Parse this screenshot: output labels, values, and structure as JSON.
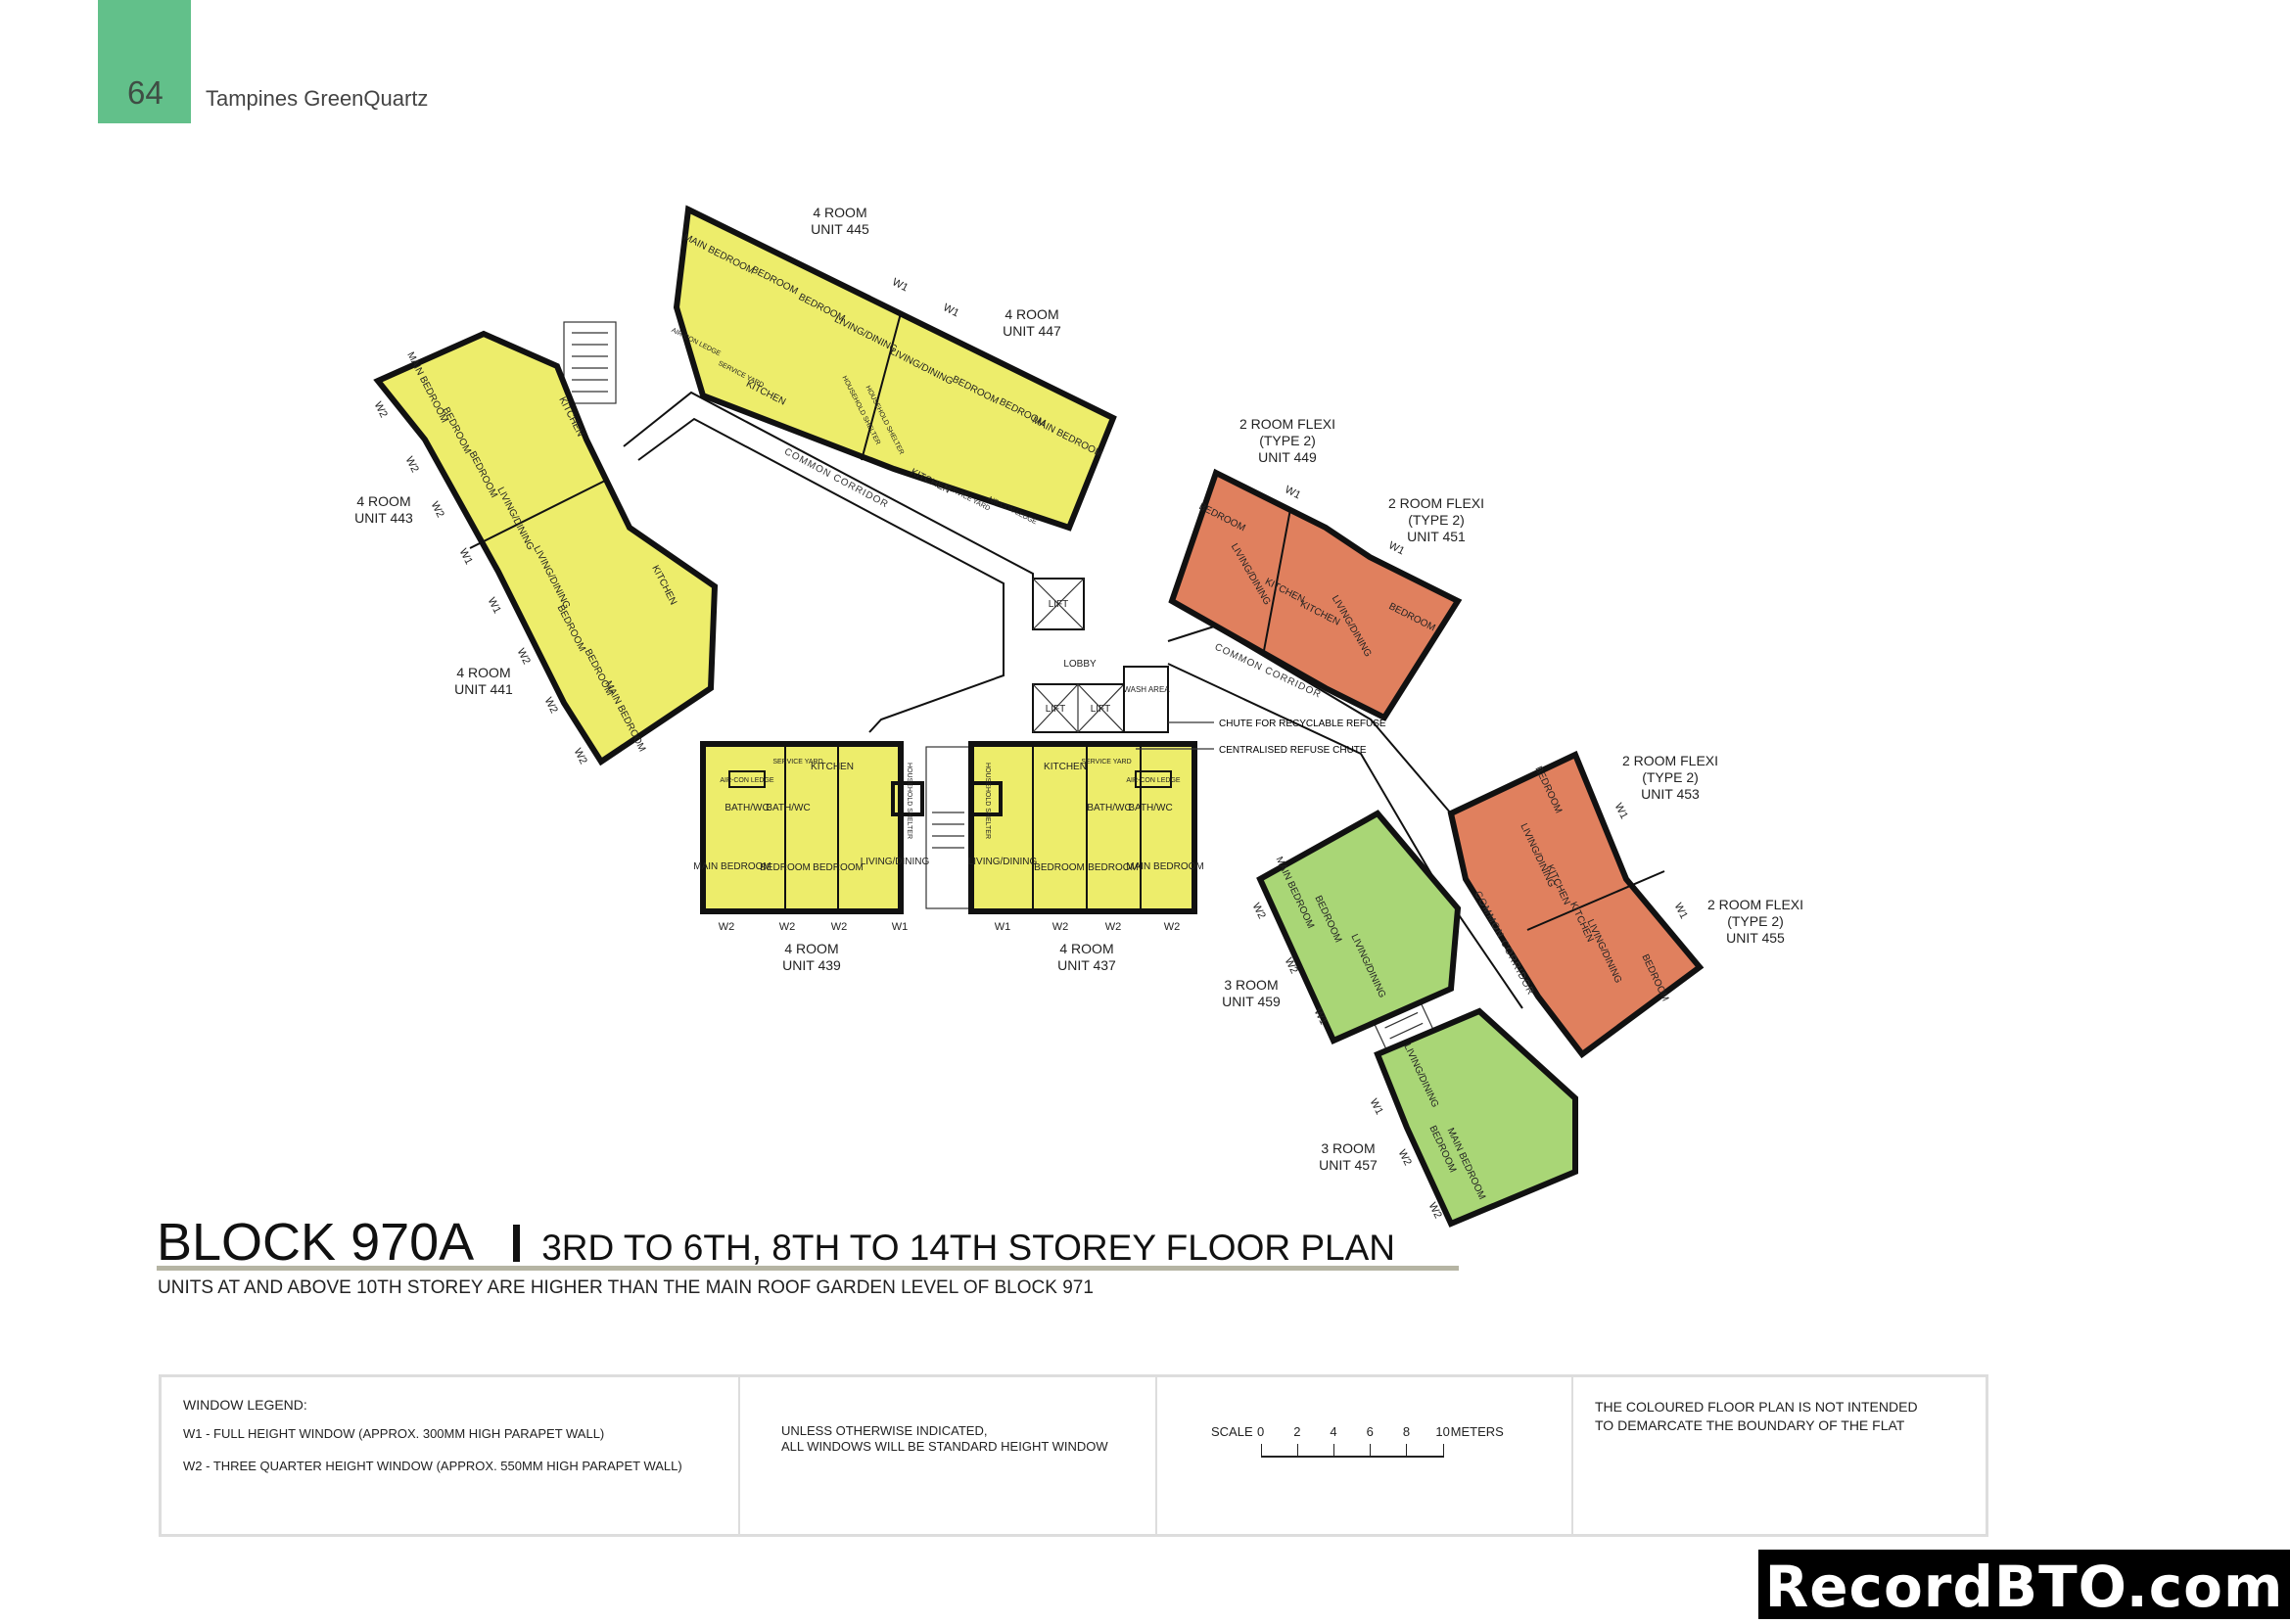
{
  "header": {
    "page_number": "64",
    "project_name": "Tampines GreenQuartz",
    "tab_color": "#62c08a"
  },
  "colors": {
    "four_room": "#eded6b",
    "two_room_flexi": "#e0805e",
    "three_room": "#a9d676"
  },
  "units": {
    "u445": {
      "type": "4 ROOM",
      "unit": "UNIT 445"
    },
    "u447": {
      "type": "4 ROOM",
      "unit": "UNIT 447"
    },
    "u443": {
      "type": "4 ROOM",
      "unit": "UNIT 443"
    },
    "u441": {
      "type": "4 ROOM",
      "unit": "UNIT 441"
    },
    "u439": {
      "type": "4 ROOM",
      "unit": "UNIT 439"
    },
    "u437": {
      "type": "4 ROOM",
      "unit": "UNIT 437"
    },
    "u449": {
      "type": "2 ROOM FLEXI",
      "subtype": "(TYPE 2)",
      "unit": "UNIT 449"
    },
    "u451": {
      "type": "2 ROOM FLEXI",
      "subtype": "(TYPE 2)",
      "unit": "UNIT 451"
    },
    "u453": {
      "type": "2 ROOM FLEXI",
      "subtype": "(TYPE 2)",
      "unit": "UNIT 453"
    },
    "u455": {
      "type": "2 ROOM FLEXI",
      "subtype": "(TYPE 2)",
      "unit": "UNIT 455"
    },
    "u459": {
      "type": "3 ROOM",
      "unit": "UNIT 459"
    },
    "u457": {
      "type": "3 ROOM",
      "unit": "UNIT 457"
    }
  },
  "rooms": {
    "main_bedroom": "MAIN BEDROOM",
    "bedroom": "BEDROOM",
    "living_dining": "LIVING/DINING",
    "kitchen": "KITCHEN",
    "bath_wc": "BATH/WC",
    "service_yard": "SERVICE YARD",
    "household_shelter": "HOUSEHOLD SHELTER",
    "aircon_ledge": "AIR-CON LEDGE"
  },
  "windows": {
    "w1": "W1",
    "w2": "W2"
  },
  "core": {
    "common_corridor": "COMMON CORRIDOR",
    "lift": "LIFT",
    "lobby": "LOBBY",
    "wash_area": "WASH AREA",
    "chute_recyclable": "CHUTE FOR RECYCLABLE REFUSE",
    "centralised_chute": "CENTRALISED REFUSE CHUTE"
  },
  "title": {
    "block": "BLOCK 970A",
    "subtitle": "3RD TO 6TH, 8TH TO 14TH STOREY FLOOR PLAN",
    "note": "UNITS AT AND ABOVE 10TH STOREY ARE HIGHER THAN THE MAIN ROOF GARDEN LEVEL OF BLOCK 971"
  },
  "legend": {
    "heading": "WINDOW LEGEND:",
    "w1": "W1 -  FULL HEIGHT WINDOW (APPROX. 300MM HIGH PARAPET WALL)",
    "w2": "W2 -  THREE QUARTER HEIGHT WINDOW (APPROX. 550MM HIGH PARAPET WALL)",
    "standard_line1": "UNLESS OTHERWISE INDICATED,",
    "standard_line2": "ALL WINDOWS WILL BE STANDARD HEIGHT WINDOW",
    "scale_label": "SCALE",
    "scale_ticks": [
      "0",
      "2",
      "4",
      "6",
      "8",
      "10"
    ],
    "scale_unit": "METERS",
    "disclaimer_line1": "THE COLOURED FLOOR PLAN IS NOT INTENDED",
    "disclaimer_line2": "TO DEMARCATE THE BOUNDARY OF THE FLAT"
  },
  "watermark": "RecordBTO.com"
}
